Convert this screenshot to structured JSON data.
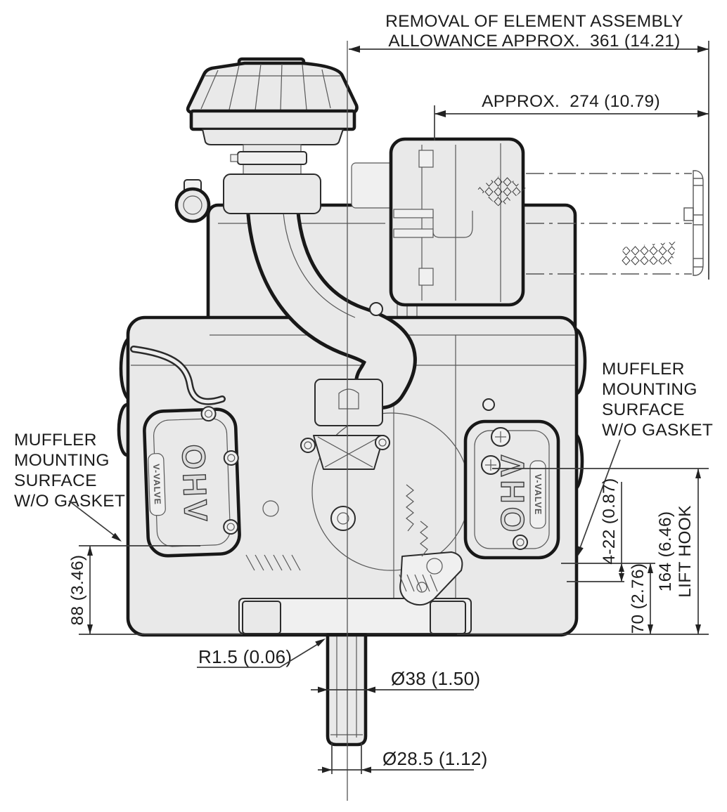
{
  "diagram": {
    "type": "engine-dimensional-drawing",
    "annotations": {
      "removal_line1": "REMOVAL OF ELEMENT ASSEMBLY",
      "removal_line2": "ALLOWANCE APPROX.  361 (14.21)",
      "approx_width": "APPROX.  274 (10.79)",
      "muffler_right": [
        "MUFFLER",
        "MOUNTING",
        "SURFACE",
        "W/O GASKET"
      ],
      "muffler_left": [
        "MUFFLER",
        "MOUNTING",
        "SURFACE",
        "W/O GASKET"
      ],
      "dim_left_height": "88 (3.46)",
      "dim_hole": "4-22 (0.87)",
      "dim_70": "70 (2.76)",
      "dim_164": "164 (6.46)",
      "lift_hook": "LIFT HOOK",
      "radius": "R1.5 (0.06)",
      "dia_shaft": "Ø38 (1.50)",
      "dia_tip": "Ø28.5 (1.12)",
      "valve_cover_label": "OHV",
      "valve_cover_sub": "V-VALVE"
    },
    "colors": {
      "background": "#ffffff",
      "outline_heavy": "#181818",
      "outline_thin": "#585858",
      "dimension_line": "#3a3a3a",
      "body_fill": "#e9e9e9",
      "text": "#1c1c1c"
    }
  }
}
